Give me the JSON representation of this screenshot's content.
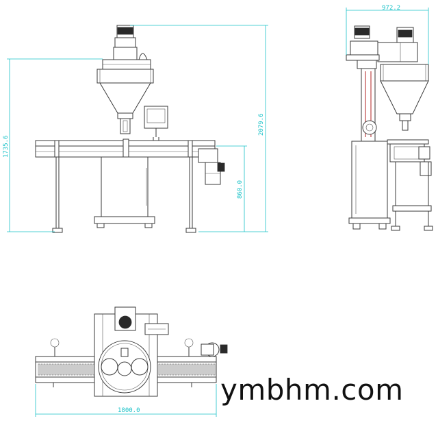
{
  "dimensions": {
    "front_height_total": "1735.6",
    "front_height_overall": "2079.6",
    "front_table_height": "860.0",
    "side_width": "972.2",
    "top_length": "1800.0"
  },
  "watermark": "ymbhm.com",
  "colors": {
    "dimension": "#19c2c8",
    "line": "#3a3a3a",
    "accent": "#b02020"
  }
}
